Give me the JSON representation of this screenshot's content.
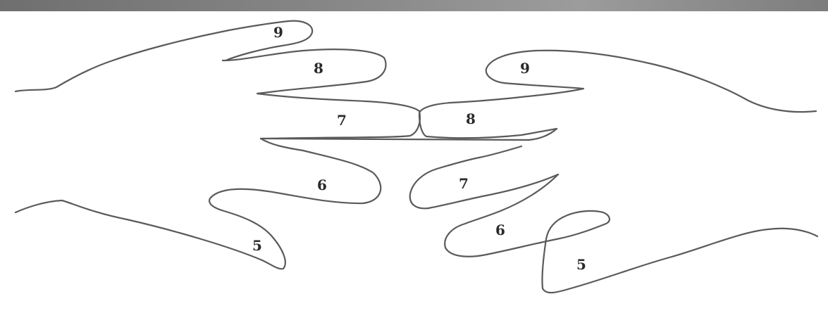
{
  "diagram": {
    "left_hand": {
      "upper": {
        "finger_labels": [
          "9",
          "8",
          "7"
        ]
      },
      "lower": {
        "finger_labels": [
          "6",
          "5"
        ]
      }
    },
    "right_hand": {
      "upper": {
        "finger_labels": [
          "9",
          "8"
        ]
      },
      "lower": {
        "finger_labels": [
          "7",
          "6",
          "5"
        ]
      }
    }
  },
  "colors": {
    "outline": "#5a5a5a",
    "label": "#2a2a2a",
    "header_bar": "#8a8a8a",
    "background": "#ffffff"
  }
}
